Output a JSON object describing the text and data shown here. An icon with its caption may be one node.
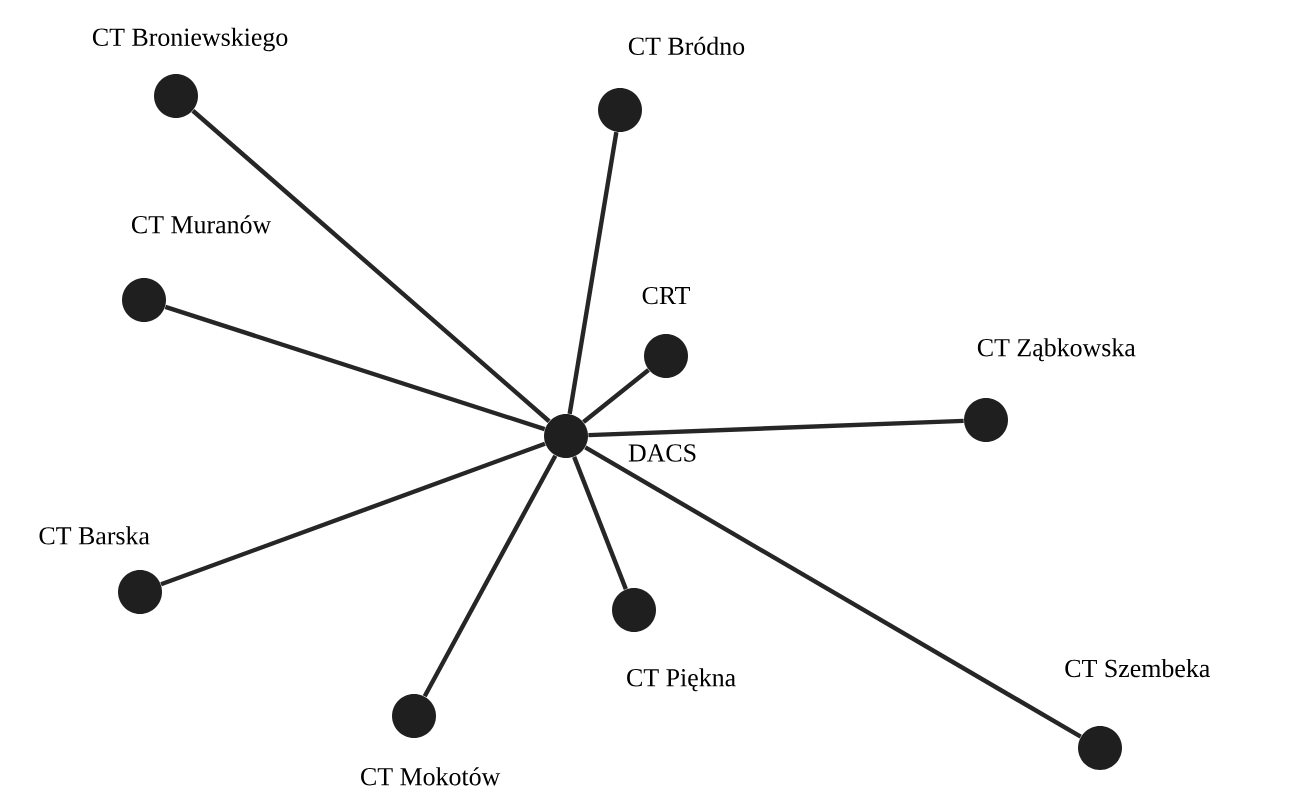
{
  "diagram": {
    "nodes": [
      {
        "text": [
          "CT Broniewskiego"
        ]
      },
      {
        "text": [
          "CT Bródno"
        ]
      },
      {
        "text": [
          "CT Muranów"
        ]
      },
      {
        "text": [
          "CRT"
        ]
      },
      {
        "text": [
          "CT Ząbkowska"
        ]
      },
      {
        "text": [
          "DACS"
        ]
      },
      {
        "text": [
          "CT Barska"
        ]
      },
      {
        "text": [
          "CT Piękna"
        ]
      },
      {
        "text": [
          "CT Mokotów"
        ]
      },
      {
        "text": [
          "CT Szembeka"
        ]
      }
    ],
    "edges": [
      {
        "from": 5,
        "to": 0,
        "arrow": "none"
      },
      {
        "from": 5,
        "to": 1,
        "arrow": "none"
      },
      {
        "from": 5,
        "to": 2,
        "arrow": "none"
      },
      {
        "from": 5,
        "to": 3,
        "arrow": "none"
      },
      {
        "from": 5,
        "to": 4,
        "arrow": "none"
      },
      {
        "from": 5,
        "to": 6,
        "arrow": "none"
      },
      {
        "from": 5,
        "to": 7,
        "arrow": "none"
      },
      {
        "from": 5,
        "to": 8,
        "arrow": "none"
      },
      {
        "from": 5,
        "to": 9,
        "arrow": "none"
      }
    ]
  }
}
